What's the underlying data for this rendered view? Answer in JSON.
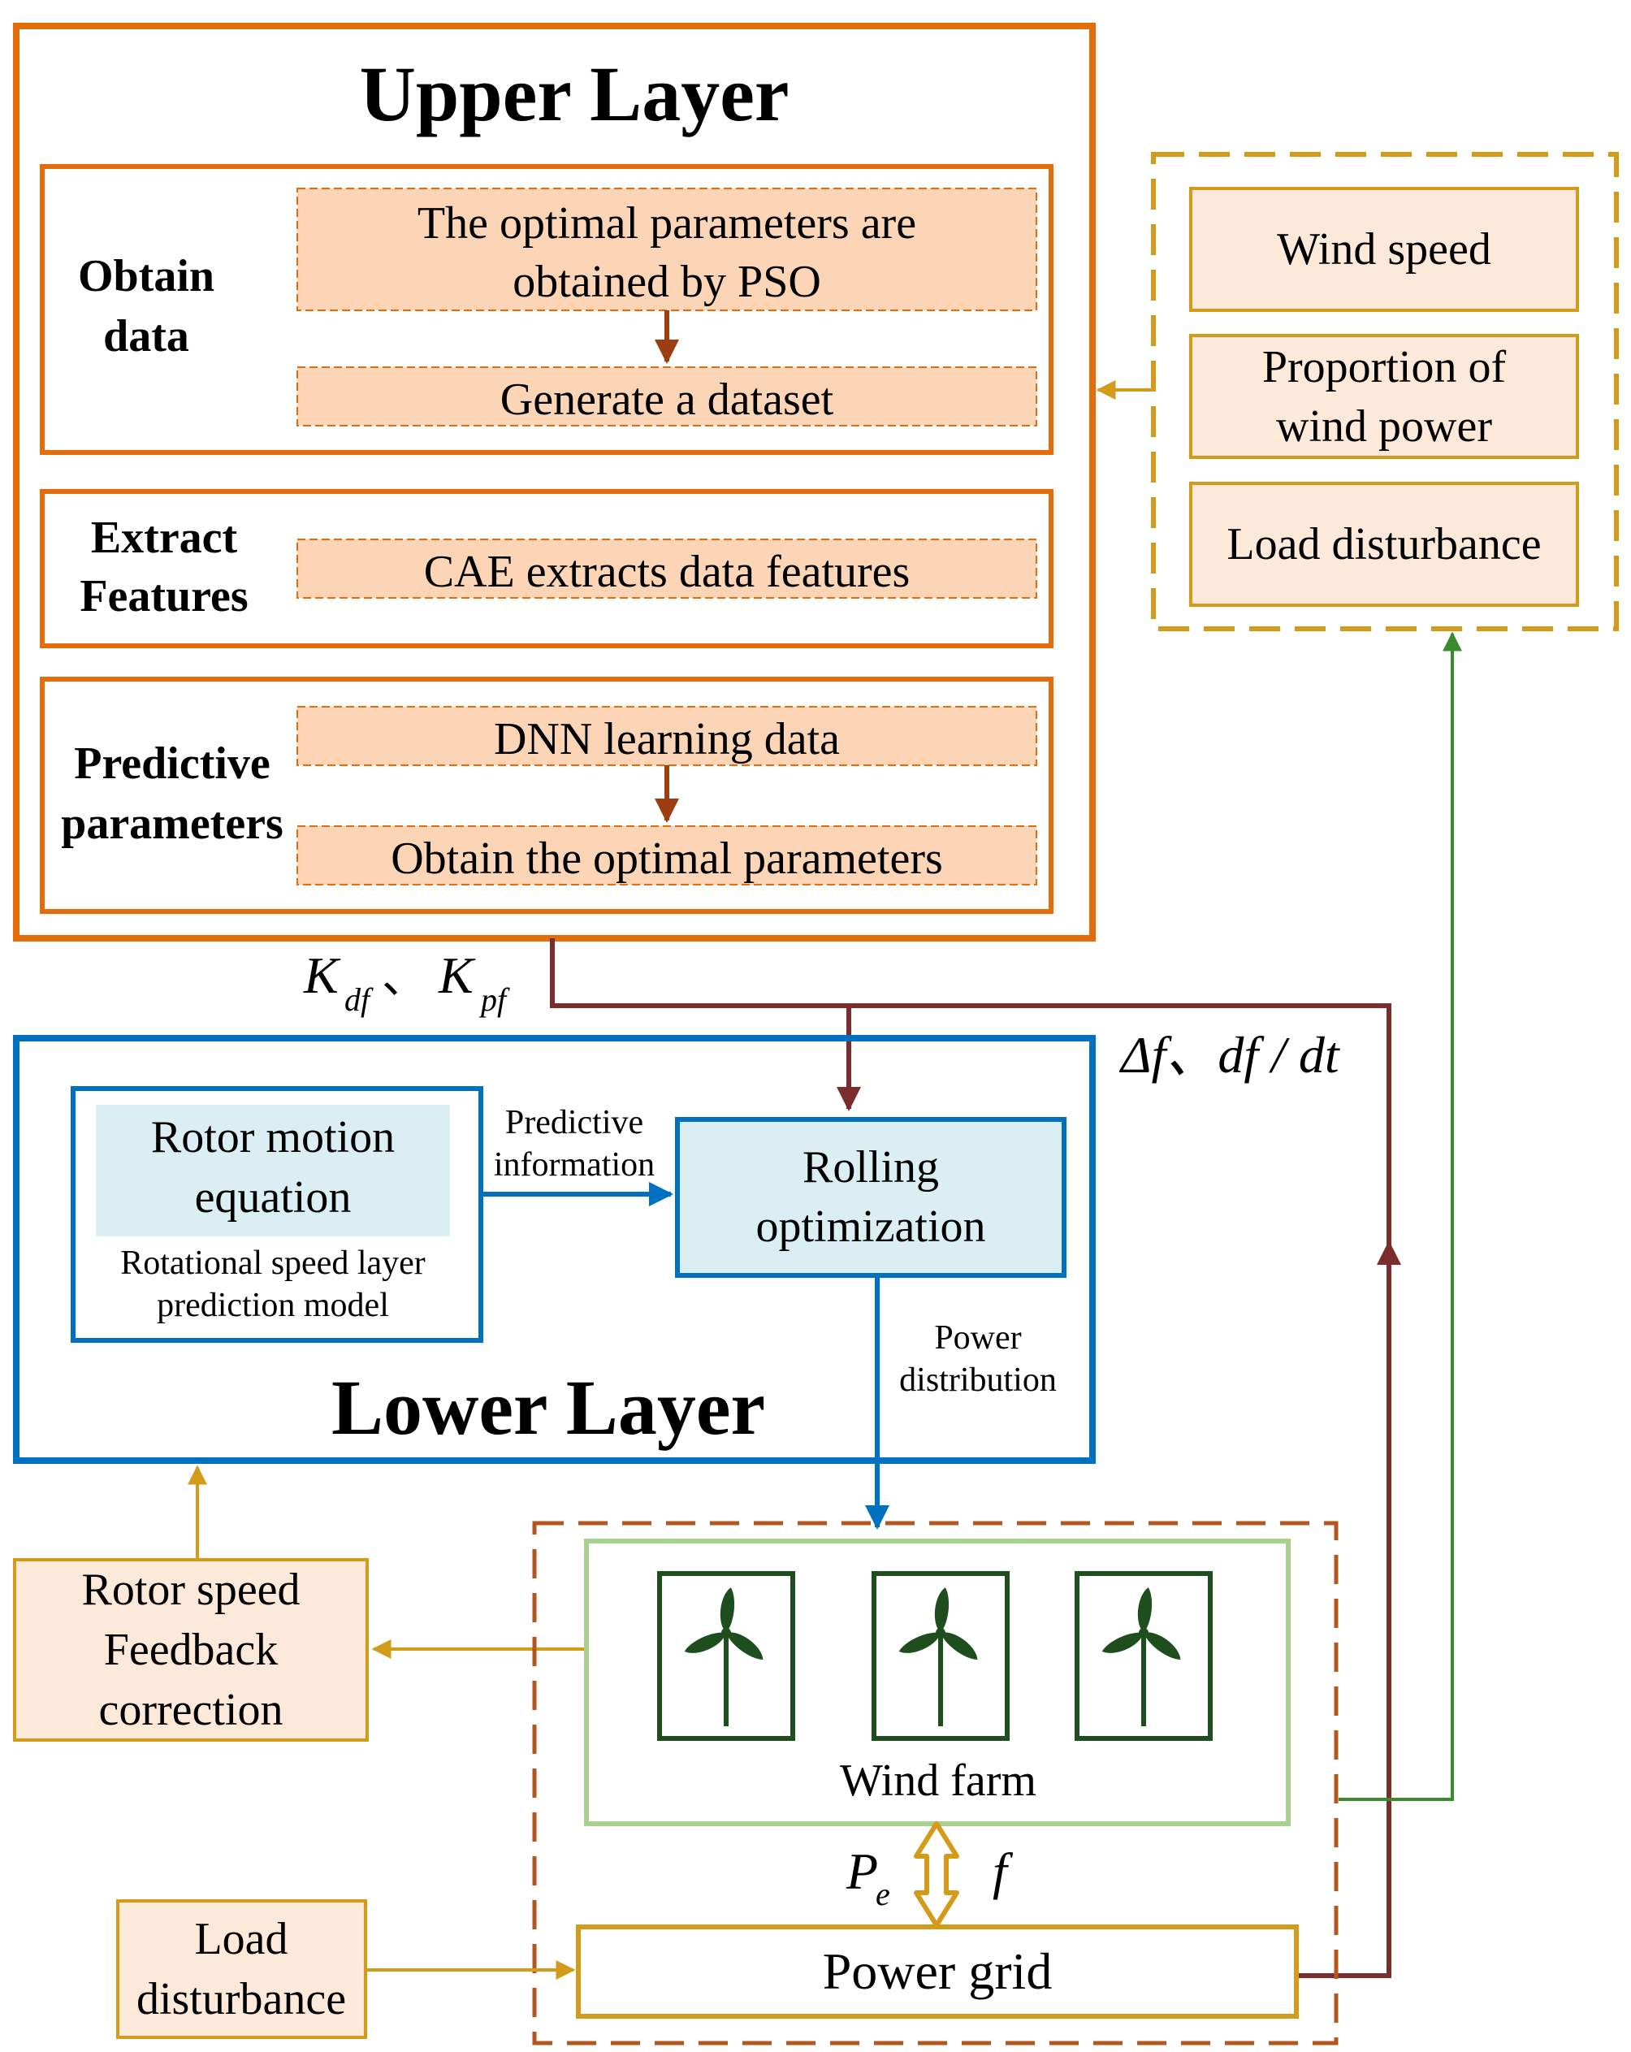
{
  "upper_layer": {
    "title": "Upper Layer",
    "obtain_data": {
      "label_line1": "Obtain",
      "label_line2": "data",
      "step1_line1": "The optimal parameters are",
      "step1_line2": "obtained by PSO",
      "step2": "Generate a dataset"
    },
    "extract_features": {
      "label_line1": "Extract",
      "label_line2": "Features",
      "step": "CAE extracts data features"
    },
    "predictive_parameters": {
      "label_line1": "Predictive",
      "label_line2": "parameters",
      "step1": "DNN learning data",
      "step2": "Obtain the optimal parameters"
    }
  },
  "inputs_box": {
    "wind_speed": "Wind speed",
    "proportion_line1": "Proportion of",
    "proportion_line2": "wind power",
    "load_disturbance": "Load disturbance"
  },
  "signals": {
    "k_d": "K",
    "k_d_sub": "df",
    "separator": "、",
    "k_p": "K",
    "k_p_sub": "pf",
    "freq_signal": "Δf、df / dt"
  },
  "lower_layer": {
    "title": "Lower Layer",
    "rotor_motion_line1": "Rotor motion",
    "rotor_motion_line2": "equation",
    "model_line1": "Rotational speed layer",
    "model_line2": "prediction model",
    "predictive_info_line1": "Predictive",
    "predictive_info_line2": "information",
    "rolling_line1": "Rolling",
    "rolling_line2": "optimization",
    "power_dist_line1": "Power",
    "power_dist_line2": "distribution"
  },
  "feedback": {
    "line1": "Rotor speed",
    "line2": "Feedback",
    "line3": "correction"
  },
  "wind_farm": {
    "label": "Wind farm",
    "turbine_count": 3
  },
  "exchange": {
    "pe": "P",
    "pe_sub": "e",
    "f": "f"
  },
  "power_grid": "Power grid",
  "load_disturbance": {
    "line1": "Load",
    "line2": "disturbance"
  },
  "colors": {
    "upper_border": "#e46c0a",
    "upper_fill": "#fbd5b5",
    "input_border": "#d39b19",
    "input_fill": "#fde9d9",
    "lower_border": "#0070c0",
    "lower_fill": "#dbeef4",
    "dark_red": "#7b2c2c",
    "green": "#3a8b2e",
    "wind_farm_border": "#a9d18e",
    "turbine": "#1e4d1e",
    "brown_dash": "#b5561f"
  }
}
